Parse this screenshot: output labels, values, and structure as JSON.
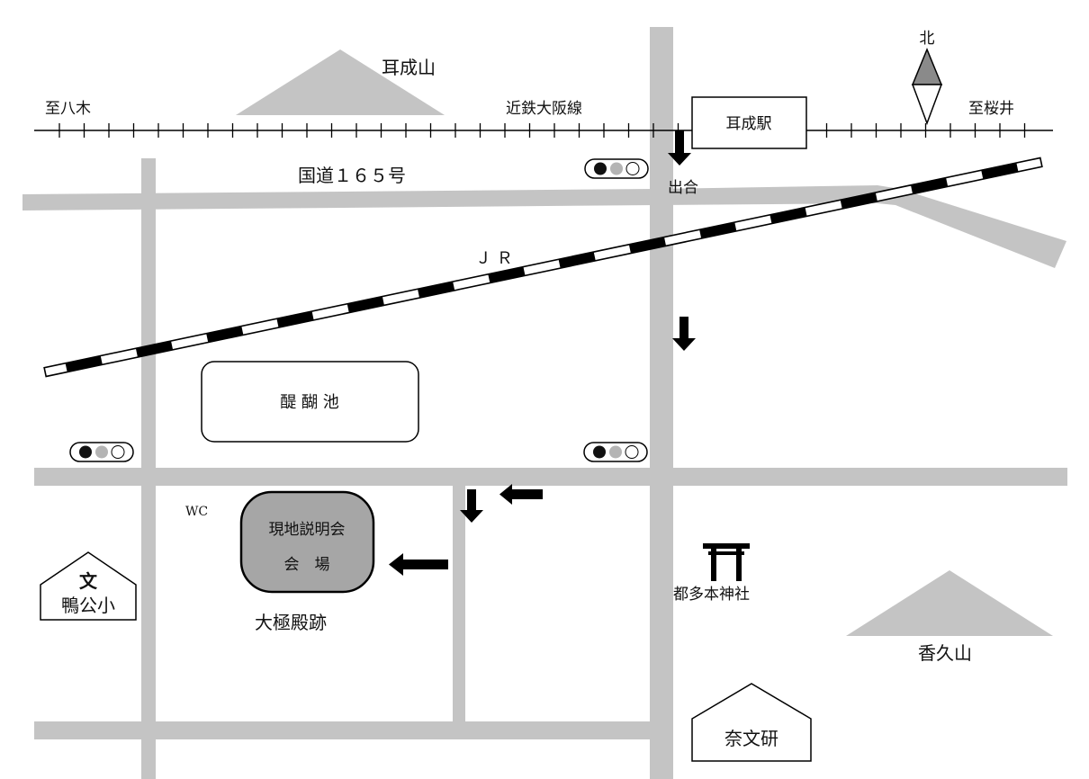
{
  "colors": {
    "road": "#c4c4c4",
    "mountain": "#c4c4c4",
    "venue_fill": "#a6a6a6",
    "line": "#000000",
    "signal_gray": "#b4b4b4",
    "compass_fill": "#8a8a8a"
  },
  "railway_kintetsu": {
    "name": "近鉄大阪線",
    "to_west": "至八木",
    "to_east": "至桜井"
  },
  "station": {
    "name": "耳成駅"
  },
  "compass": {
    "label": "北"
  },
  "mountains": {
    "miminashi": "耳成山",
    "kagu": "香久山"
  },
  "road": {
    "national_route": "国道１６５号"
  },
  "jr": {
    "label": "Ｊ Ｒ"
  },
  "exit_label": "出合",
  "pond": {
    "name": "醍 醐 池"
  },
  "wc": "WC",
  "venue": {
    "line1": "現地説明会",
    "line2": "会　場"
  },
  "site": {
    "name": "大極殿跡"
  },
  "shrine": {
    "name": "都多本神社"
  },
  "school": {
    "symbol": "文",
    "name": "鴨公小"
  },
  "institute": {
    "name": "奈文研"
  },
  "icons": [
    "torii-icon",
    "traffic-signal-icon",
    "north-arrow-icon",
    "school-map-symbol-icon",
    "route-arrow-icon"
  ]
}
